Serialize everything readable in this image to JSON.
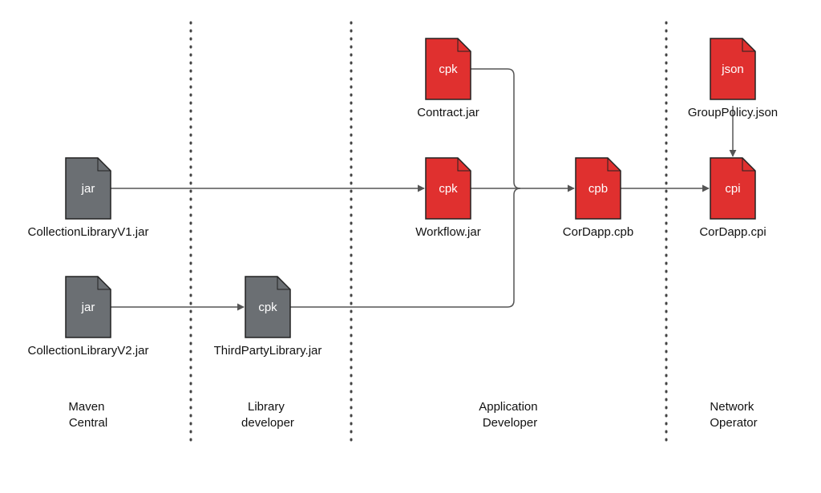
{
  "colors": {
    "artifact_red": "#e0302f",
    "artifact_gray": "#6b6f73",
    "edge": "#555555",
    "divider": "#444444"
  },
  "lanes": [
    {
      "id": "maven",
      "lines": [
        "Maven",
        "Central"
      ]
    },
    {
      "id": "library",
      "lines": [
        "Library",
        "developer"
      ]
    },
    {
      "id": "app",
      "lines": [
        "Application",
        "Developer"
      ]
    },
    {
      "id": "network",
      "lines": [
        "Network",
        "Operator"
      ]
    }
  ],
  "nodes": [
    {
      "id": "contract",
      "type": "cpk",
      "label": "Contract.jar",
      "color": "red"
    },
    {
      "id": "workflow",
      "type": "cpk",
      "label": "Workflow.jar",
      "color": "red"
    },
    {
      "id": "cordapp_cpb",
      "type": "cpb",
      "label": "CorDapp.cpb",
      "color": "red"
    },
    {
      "id": "grouppolicy",
      "type": "json",
      "label": "GroupPolicy.json",
      "color": "red"
    },
    {
      "id": "cordapp_cpi",
      "type": "cpi",
      "label": "CorDapp.cpi",
      "color": "red"
    },
    {
      "id": "collv1",
      "type": "jar",
      "label": "CollectionLibraryV1.jar",
      "color": "gray"
    },
    {
      "id": "collv2",
      "type": "jar",
      "label": "CollectionLibraryV2.jar",
      "color": "gray"
    },
    {
      "id": "thirdparty",
      "type": "cpk",
      "label": "ThirdPartyLibrary.jar",
      "color": "gray"
    }
  ],
  "edges": [
    {
      "from": "collv1",
      "to": "workflow"
    },
    {
      "from": "collv2",
      "to": "thirdparty"
    },
    {
      "from": "contract",
      "to": "cordapp_cpb"
    },
    {
      "from": "workflow",
      "to": "cordapp_cpb"
    },
    {
      "from": "thirdparty",
      "to": "cordapp_cpb"
    },
    {
      "from": "cordapp_cpb",
      "to": "cordapp_cpi"
    },
    {
      "from": "grouppolicy",
      "to": "cordapp_cpi"
    }
  ]
}
